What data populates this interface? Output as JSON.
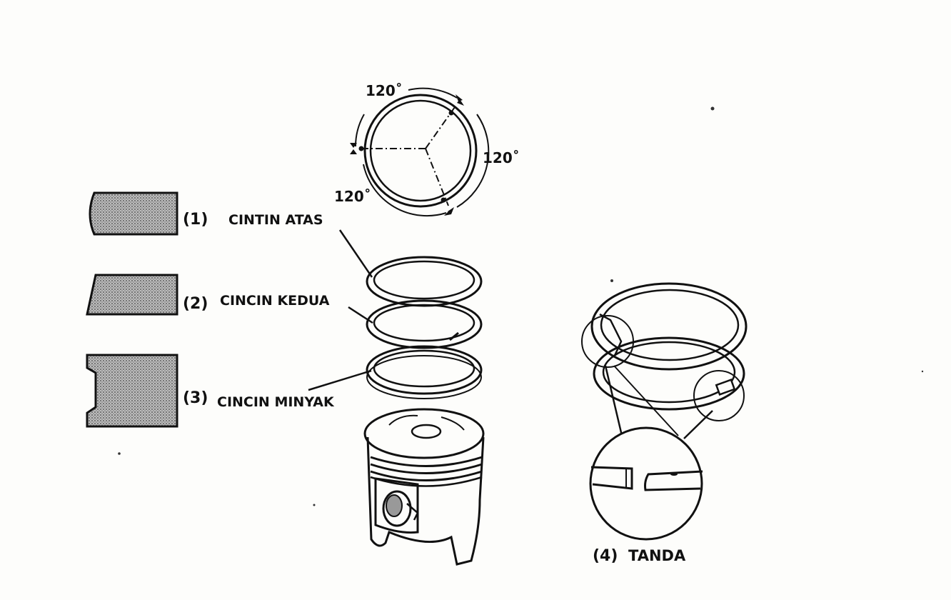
{
  "diagram": {
    "gap_angles": {
      "top": "120˚",
      "right": "120˚",
      "bottom": "120˚"
    },
    "sections": [
      {
        "number": "(1)",
        "label": "CINTIN ATAS"
      },
      {
        "number": "(2)",
        "label": "CINCIN KEDUA"
      },
      {
        "number": "(3)",
        "label": "CINCIN MINYAK"
      }
    ],
    "mark": {
      "number": "(4)",
      "label": "TANDA"
    }
  }
}
